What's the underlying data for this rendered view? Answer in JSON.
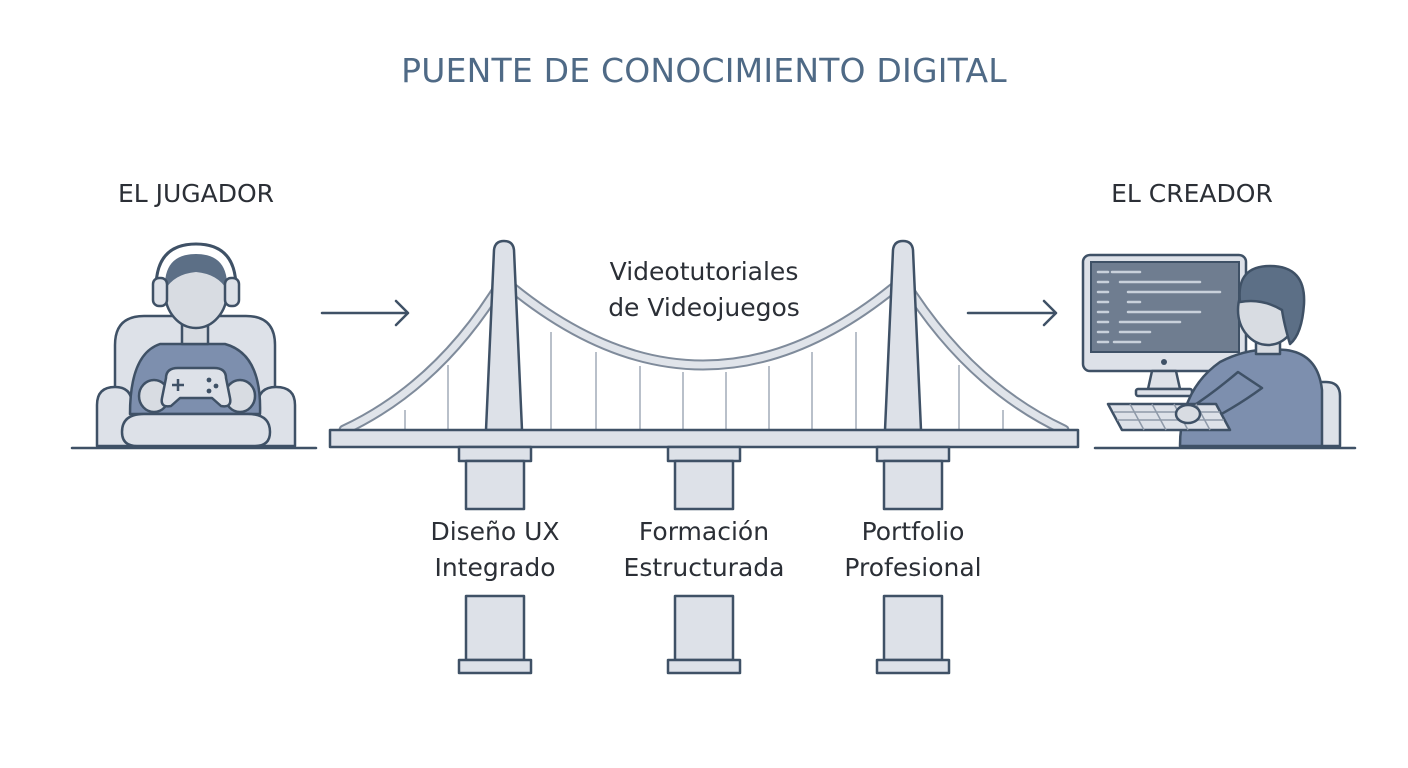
{
  "title": "PUENTE DE CONOCIMIENTO DIGITAL",
  "player": {
    "label": "EL JUGADOR",
    "icon": "gamer-with-controller-icon"
  },
  "creator": {
    "label": "EL CREADOR",
    "icon": "developer-at-computer-icon"
  },
  "bridge": {
    "label_line1": "Videotutoriales",
    "label_line2": "de Videojuegos",
    "icon": "suspension-bridge-icon"
  },
  "pillars": [
    {
      "line1": "Diseño UX",
      "line2": "Integrado"
    },
    {
      "line1": "Formación",
      "line2": "Estructurada"
    },
    {
      "line1": "Portfolio",
      "line2": "Profesional"
    }
  ],
  "colors": {
    "title": "#4f6a86",
    "stroke": "#3f5166",
    "fill_light": "#dde1e8",
    "fill_blue": "#7d8fae",
    "text": "#2b2f36"
  }
}
